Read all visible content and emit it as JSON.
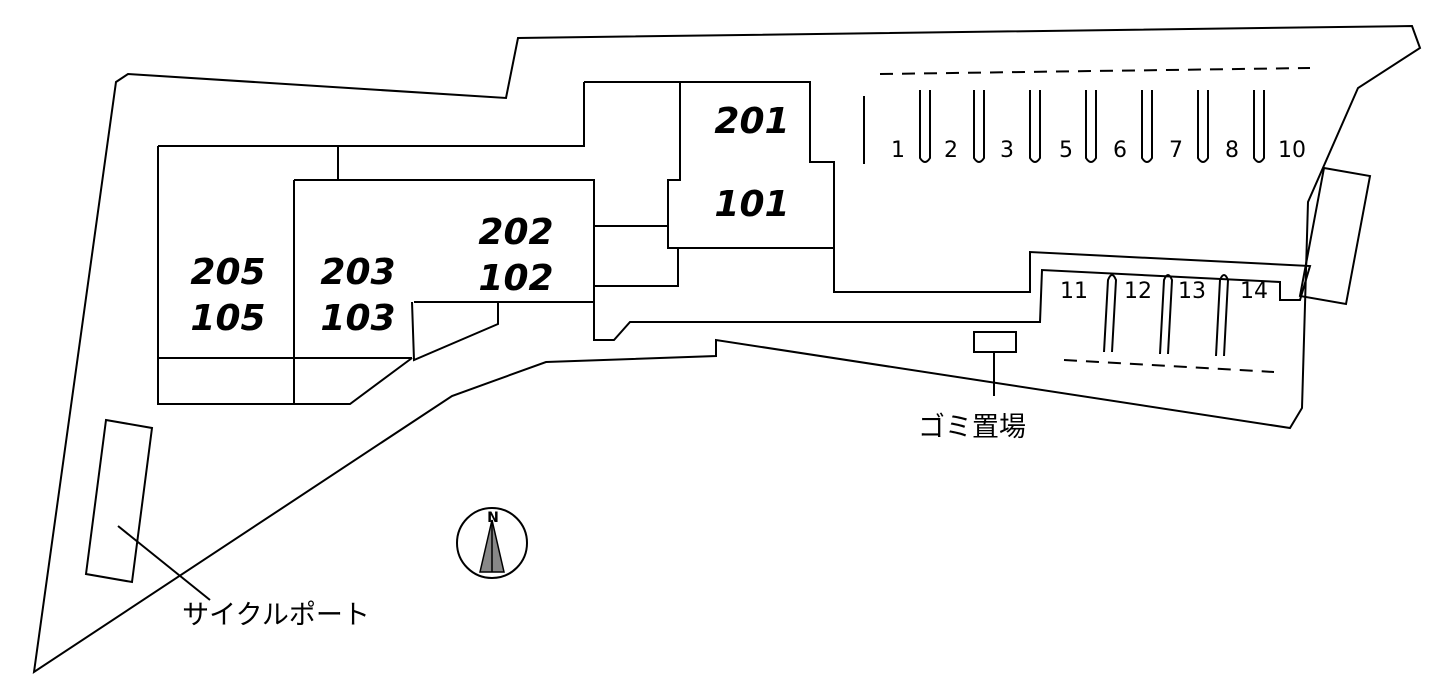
{
  "units": {
    "u201": "201",
    "u101": "101",
    "u202": "202",
    "u102": "102",
    "u205": "205",
    "u105": "105",
    "u203": "203",
    "u103": "103"
  },
  "parking_spaces": {
    "top": [
      "1",
      "2",
      "3",
      "5",
      "6",
      "7",
      "8",
      "10"
    ],
    "bottom": [
      "11",
      "12",
      "13",
      "14"
    ]
  },
  "labels": {
    "garbage": "ゴミ置場",
    "bicycle": "サイクルポート"
  },
  "compass": {
    "letter": "N"
  }
}
